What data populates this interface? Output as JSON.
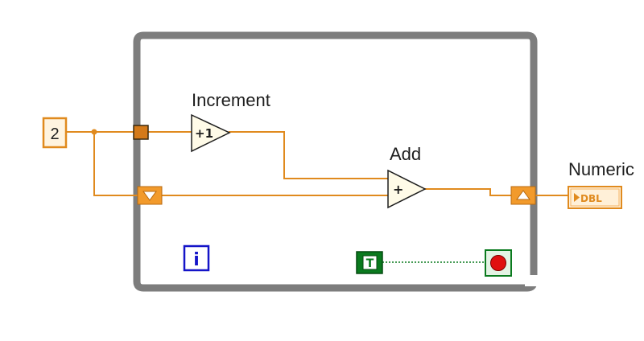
{
  "diagram": {
    "constant": {
      "value": "2"
    },
    "nodes": {
      "increment": {
        "label": "Increment",
        "symbol": "+1"
      },
      "add": {
        "label": "Add",
        "symbol": "+"
      }
    },
    "indicator": {
      "label": "Numeric",
      "type": "DBL"
    },
    "iteration_terminal": {
      "symbol": "i"
    },
    "true_constant": {
      "symbol": "T"
    },
    "stop_condition": {
      "icon": "stop-icon"
    },
    "colors": {
      "loop_frame": "#7d7d7d",
      "wire_orange": "#e08a1e",
      "shift_register": "#f29a2b",
      "boolean_green": "#0a7a1e",
      "iteration_blue": "#1414c8",
      "stop_red": "#e01010"
    }
  }
}
